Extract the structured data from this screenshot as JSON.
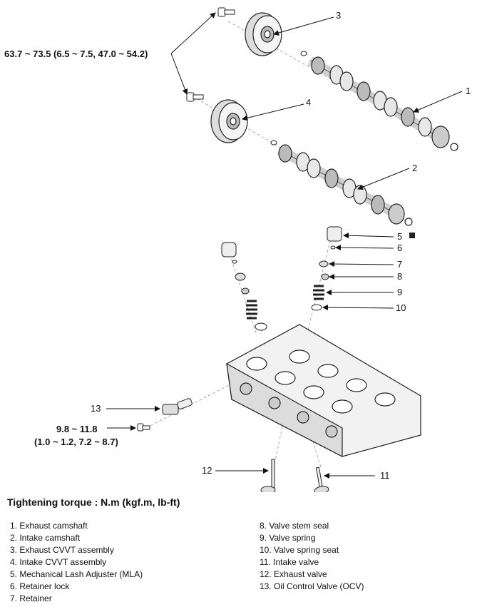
{
  "torques": {
    "cvvt_bolt": "63.7 ~ 73.5 (6.5 ~ 7.5, 47.0 ~ 54.2)",
    "ocv_bolt_line1": "9.8 ~ 11.8",
    "ocv_bolt_line2": "(1.0 ~ 1.2, 7.2 ~ 8.7)"
  },
  "callouts": [
    "1",
    "2",
    "3",
    "4",
    "5",
    "6",
    "7",
    "8",
    "9",
    "10",
    "11",
    "12",
    "13"
  ],
  "tightening_title": "Tightening torque : N.m (kgf.m, lb-ft)",
  "legend_left": [
    "1. Exhaust camshaft",
    "2. Intake camshaft",
    "3. Exhaust CVVT assembly",
    "4. Intake CVVT assembly",
    "5. Mechanical Lash Adjuster (MLA)",
    "6. Retainer lock",
    "7. Retainer"
  ],
  "legend_right": [
    "8. Valve stem seal",
    "9. Valve spring",
    "10. Valve spring seat",
    "11. Intake valve",
    "12. Exhaust valve",
    "13. Oil Control Valve (OCV)"
  ]
}
